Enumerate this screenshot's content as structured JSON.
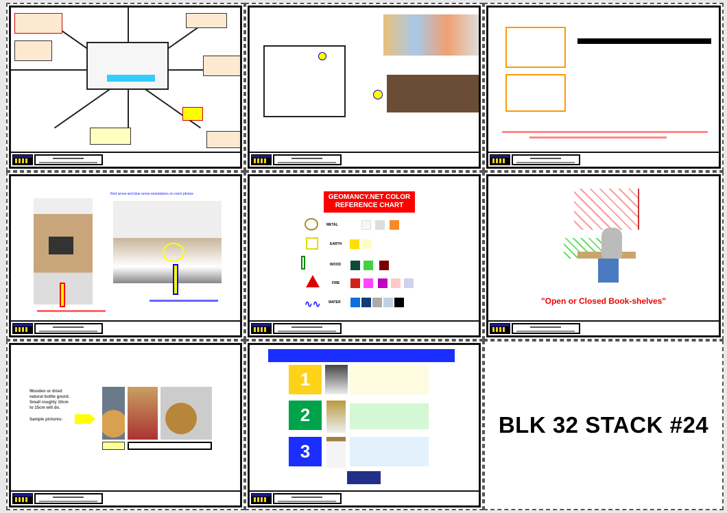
{
  "slides": [
    {
      "id": 1,
      "kind": "floor-plan-annotated"
    },
    {
      "id": 2,
      "kind": "floor-plan-artwork"
    },
    {
      "id": 3,
      "kind": "table-notes"
    },
    {
      "id": 4,
      "heading": "Red arrow and blue arrow annotations on room photos"
    },
    {
      "id": 5,
      "title_line1": "GEOMANCY.NET COLOR",
      "title_line2": "REFERENCE CHART",
      "elements": [
        "METAL",
        "EARTH",
        "WOOD",
        "FIRE",
        "WATER"
      ]
    },
    {
      "id": 6,
      "caption": "\"Open or Closed Book-shelves\""
    },
    {
      "id": 7,
      "text": "Wooden or dried natural bottle gourd. Small roughly 10cm to 15cm will do.",
      "sample": "Sample pictures:"
    },
    {
      "id": 8,
      "steps": [
        "1",
        "2",
        "3"
      ]
    },
    {
      "id": 9,
      "label": "BLK 32 STACK #24"
    }
  ],
  "colors": {
    "red": "#ff0000",
    "blue": "#1a2eff",
    "yellow": "#ffd21a",
    "green": "#00a24a"
  }
}
